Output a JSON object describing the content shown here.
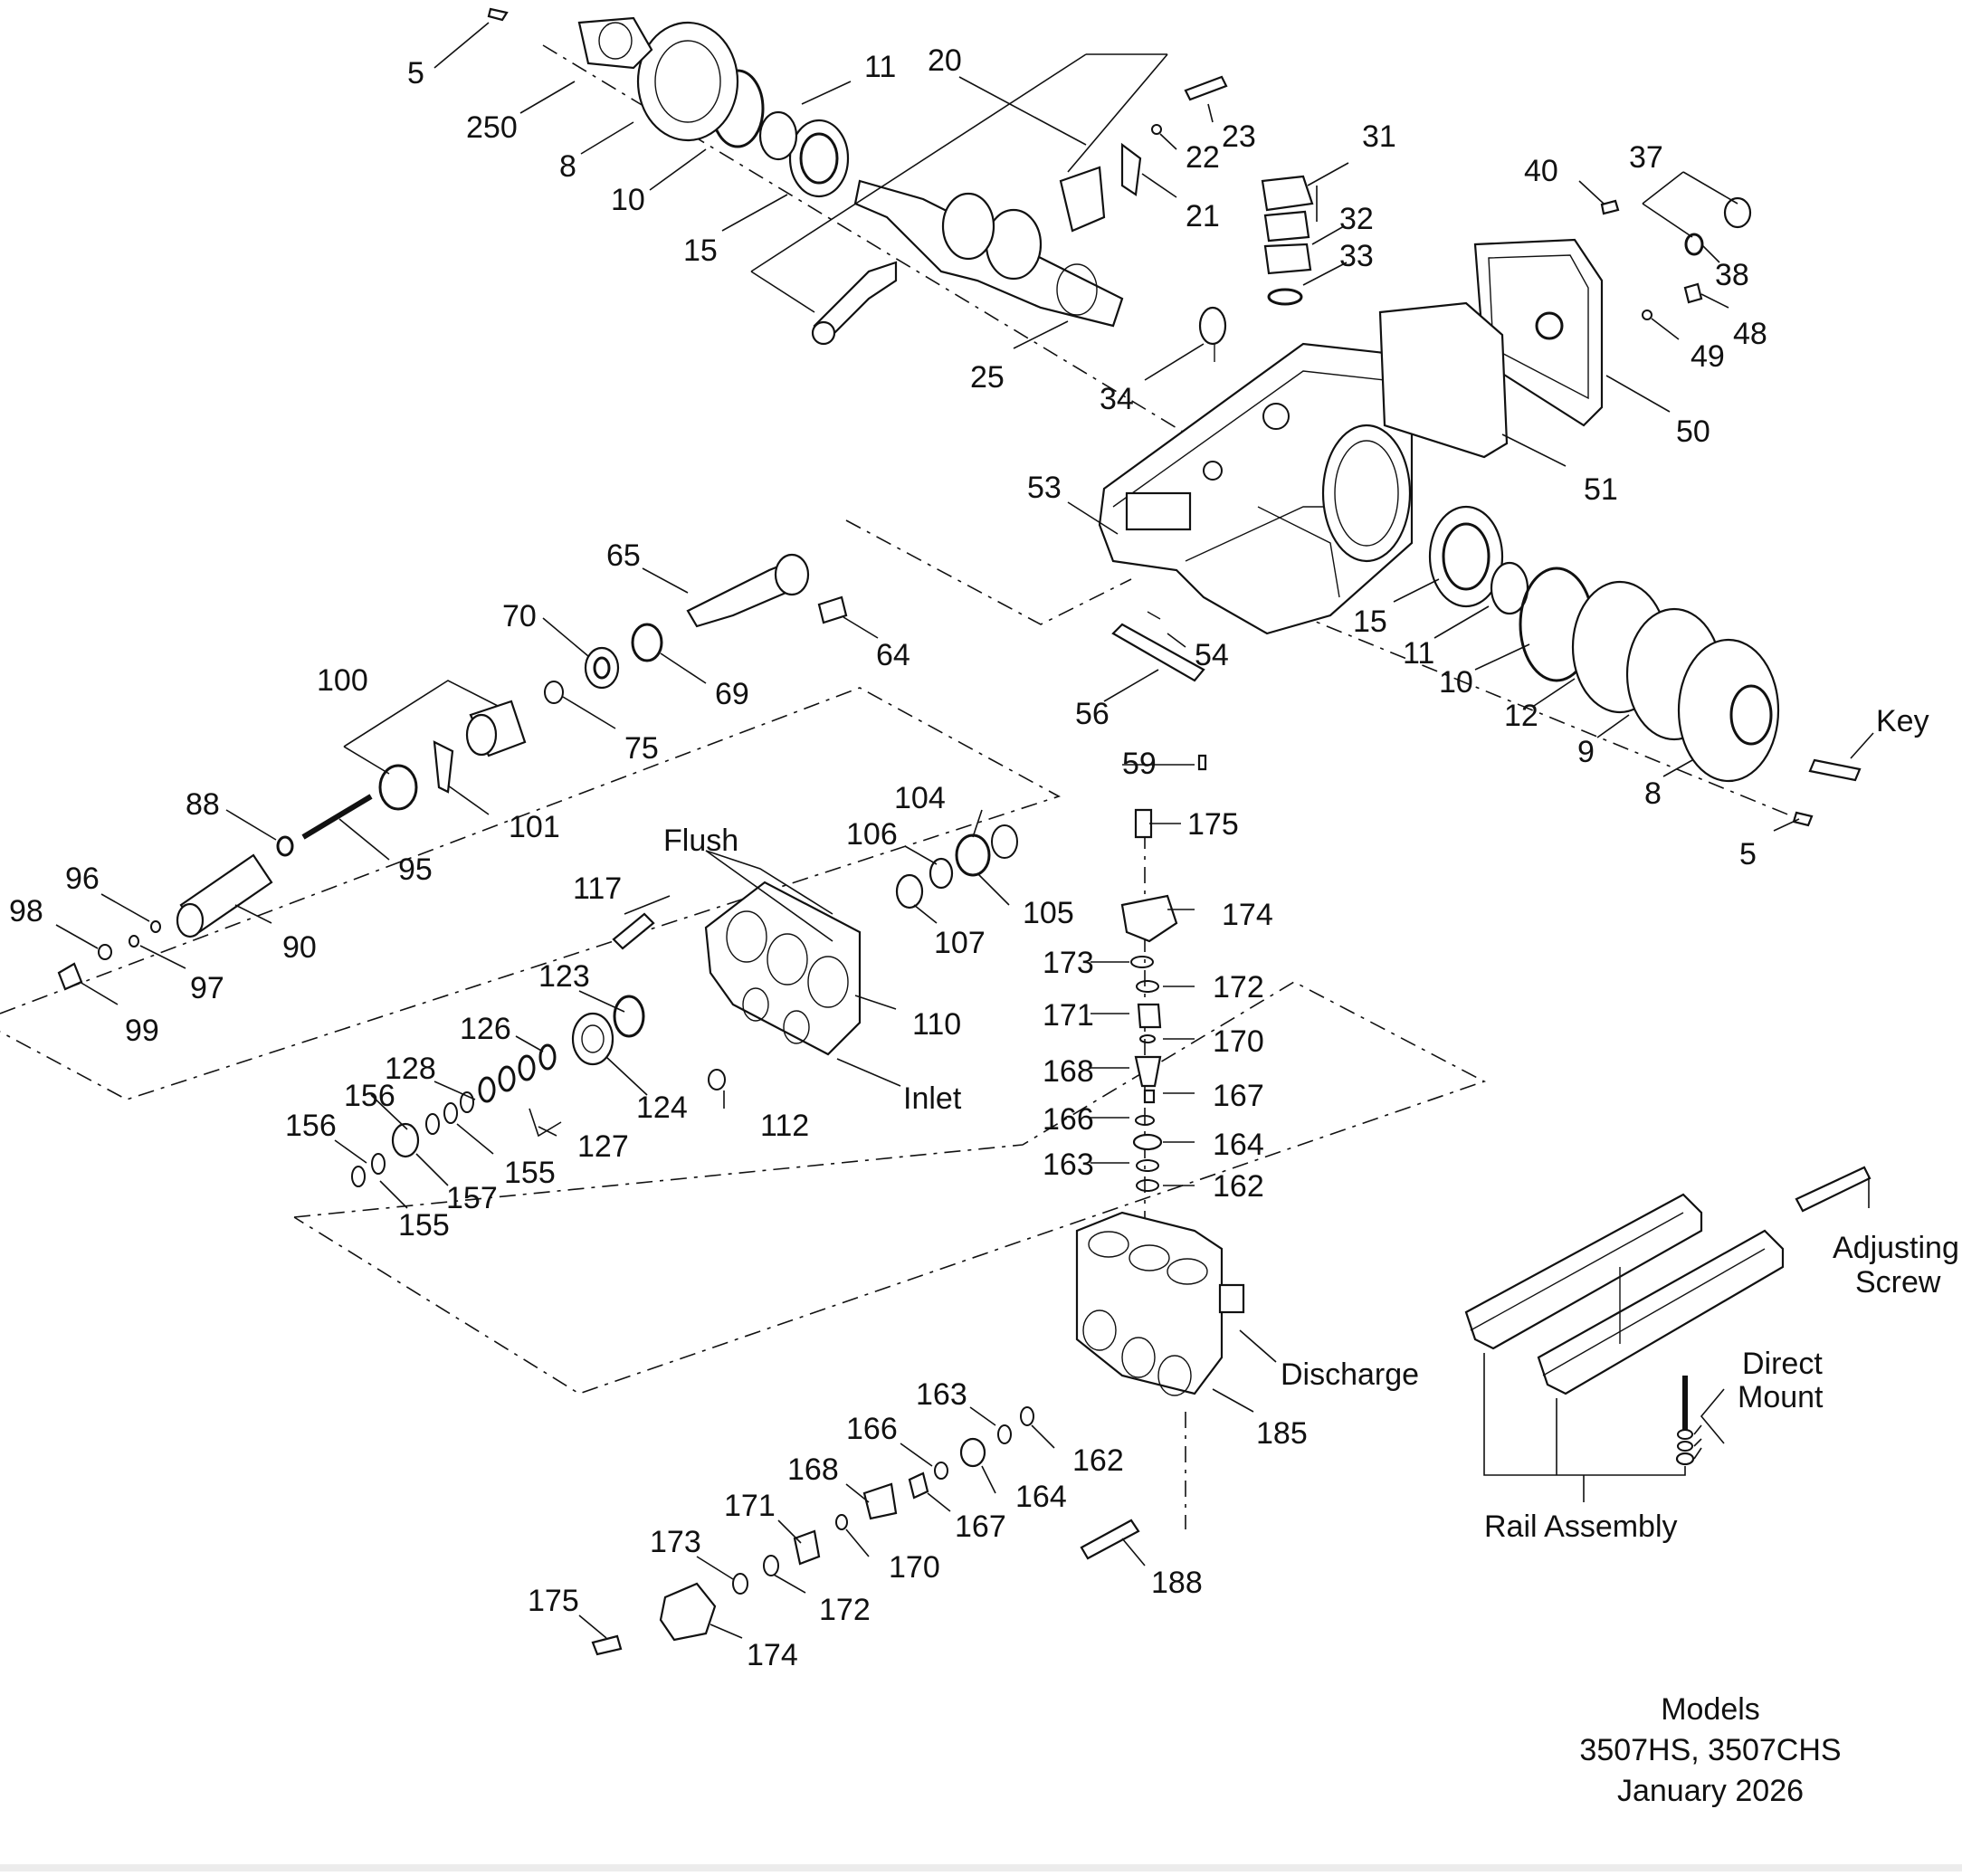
{
  "labels": {
    "5a": "5",
    "250": "250",
    "8a": "8",
    "10a": "10",
    "11a": "11",
    "15a": "15",
    "20": "20",
    "21": "21",
    "22": "22",
    "23": "23",
    "25": "25",
    "31": "31",
    "32": "32",
    "33": "33",
    "34": "34",
    "37": "37",
    "38": "38",
    "40": "40",
    "48": "48",
    "49": "49",
    "50": "50",
    "51": "51",
    "53": "53",
    "54": "54",
    "56": "56",
    "59": "59",
    "15b": "15",
    "11b": "11",
    "10b": "10",
    "12": "12",
    "9": "9",
    "8b": "8",
    "5b": "5",
    "key": "Key",
    "65": "65",
    "64": "64",
    "70": "70",
    "69": "69",
    "75": "75",
    "100": "100",
    "101": "101",
    "88": "88",
    "95": "95",
    "90": "90",
    "96": "96",
    "97": "97",
    "98": "98",
    "99": "99",
    "flush": "Flush",
    "104": "104",
    "106": "106",
    "105": "105",
    "107": "107",
    "117": "117",
    "110": "110",
    "123": "123",
    "124": "124",
    "112": "112",
    "inlet": "Inlet",
    "126": "126",
    "128": "128",
    "156a": "156",
    "156b": "156",
    "127": "127",
    "155a": "155",
    "155b": "155",
    "157": "157",
    "175a": "175",
    "174a": "174",
    "173a": "173",
    "172a": "172",
    "171a": "171",
    "170a": "170",
    "168a": "168",
    "167a": "167",
    "166a": "166",
    "164a": "164",
    "163a": "163",
    "162a": "162",
    "discharge": "Discharge",
    "185": "185",
    "163b": "163",
    "162b": "162",
    "166b": "166",
    "164b": "164",
    "168b": "168",
    "167b": "167",
    "171b": "171",
    "170b": "170",
    "173b": "173",
    "172b": "172",
    "175b": "175",
    "174b": "174",
    "188": "188",
    "adjusting_1": "Adjusting",
    "adjusting_2": "Screw",
    "direct_1": "Direct",
    "direct_2": "Mount",
    "rail": "Rail Assembly"
  },
  "info": {
    "line1": "Models",
    "line2": "3507HS, 3507CHS",
    "line3": "January 2026"
  },
  "colors": {
    "ink": "#111111",
    "background": "#ffffff"
  }
}
